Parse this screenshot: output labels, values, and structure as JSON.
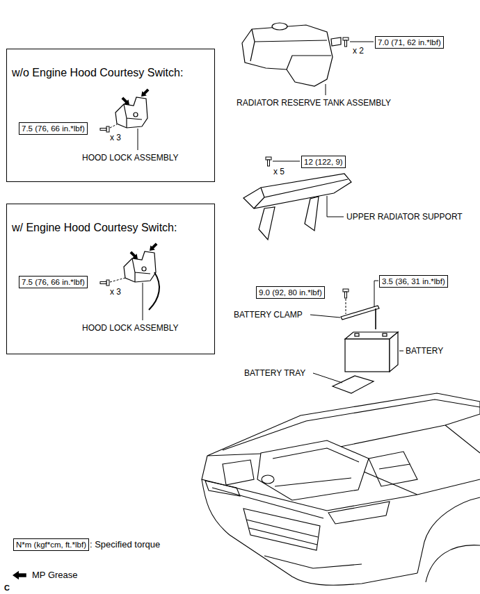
{
  "diagram": {
    "nodes": [
      {
        "text": [
          "7.0 (71, 62 in.*lbf)"
        ]
      },
      {
        "text": [
          "w/o Engine Hood Courtesy Switch:"
        ]
      },
      {
        "text": [
          "7.5 (76, 66 in.*lbf)"
        ],
        "in": 1
      },
      {
        "text": [
          "12 (122, 9)"
        ]
      },
      {
        "text": [
          "w/ Engine Hood Courtesy Switch:"
        ]
      },
      {
        "text": [
          "7.5 (76, 66 in.*lbf)"
        ],
        "in": 4
      },
      {
        "text": [
          "9.0 (92, 80 in.*lbf)"
        ]
      },
      {
        "text": [
          "3.5 (36, 31 in.*lbf)"
        ]
      },
      {
        "text": [
          "N*m (kgf*cm, ft.*lbf)"
        ]
      }
    ],
    "labels": [
      "x 2",
      "RADIATOR RESERVE TANK ASSEMBLY",
      "x 3",
      "HOOD LOCK ASSEMBLY",
      "x 5",
      "UPPER RADIATOR SUPPORT",
      "x 3",
      "HOOD LOCK ASSEMBLY",
      "BATTERY CLAMP",
      "BATTERY",
      "BATTERY TRAY",
      "C"
    ],
    "legend": [
      {
        "text": ": Specified torque"
      },
      {
        "text": "MP Grease"
      }
    ]
  }
}
